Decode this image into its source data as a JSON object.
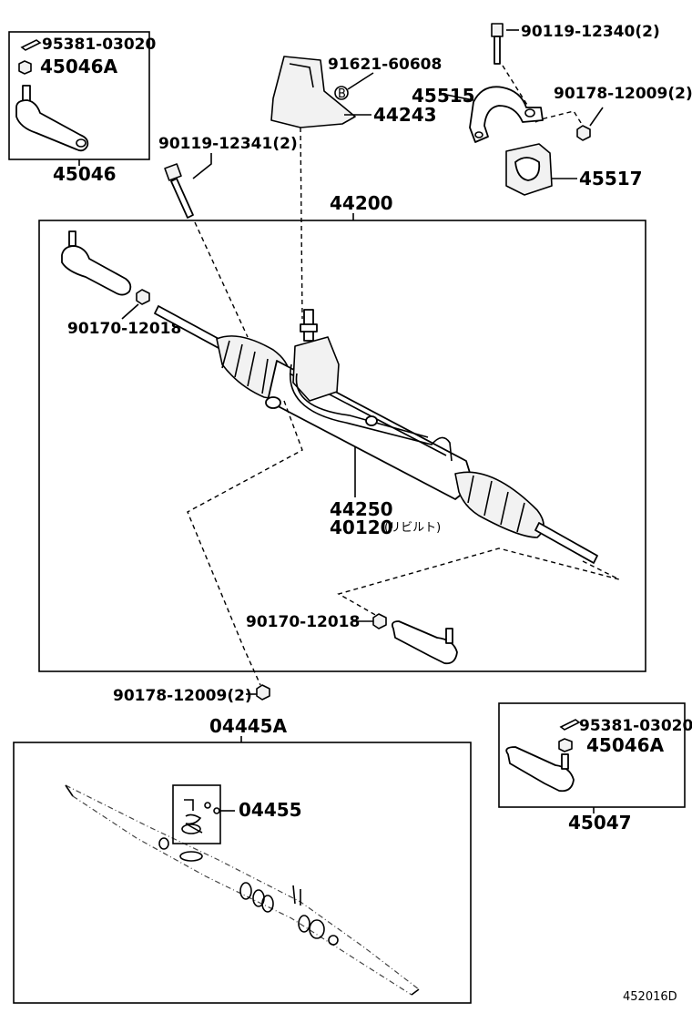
{
  "labels": {
    "p95381_a": "95381-03020",
    "p45046a_a": "45046A",
    "p45046": "45046",
    "p91621": "91621-60608",
    "p44243": "44243",
    "p90119_12340": "90119-12340(2)",
    "p45515": "45515",
    "p90178_top": "90178-12009(2)",
    "p45517": "45517",
    "p90119_12341": "90119-12341(2)",
    "p44200": "44200",
    "p90170_left": "90170-12018",
    "p44250": "44250",
    "p40120": "40120",
    "p40120_note": "(リビルト)",
    "p90170_right": "90170-12018",
    "p90178_bottom": "90178-12009(2)",
    "p04445a": "04445A",
    "p04455": "04455",
    "p95381_b": "95381-03020",
    "p45046a_b": "45046A",
    "p45047": "45047",
    "ref_b": "B",
    "diagram_id": "452016D"
  },
  "icons": [
    "tie-rod-end-icon",
    "cotter-pin-icon",
    "nut-icon",
    "bolt-icon",
    "heat-insulator-icon",
    "bracket-icon",
    "bushing-icon",
    "steering-rack-icon",
    "boot-icon",
    "gasket-kit-icon"
  ]
}
